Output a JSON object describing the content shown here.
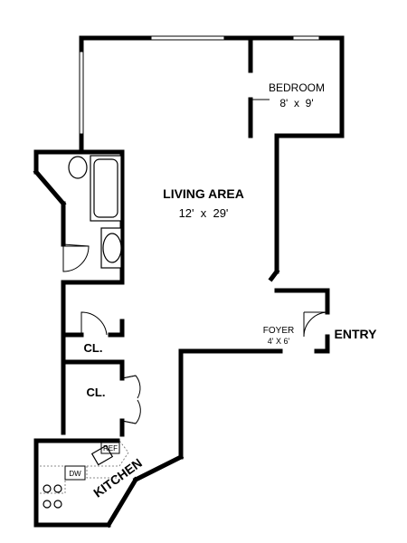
{
  "rooms": {
    "bedroom": {
      "name": "BEDROOM",
      "dims": "8'  x  9'"
    },
    "living": {
      "name": "LIVING AREA",
      "dims": "12'  x  29'"
    },
    "foyer": {
      "name": "FOYER",
      "dims": "4' X 6'"
    },
    "entry": {
      "name": "ENTRY"
    },
    "closet_small": {
      "name": "CL."
    },
    "closet_large": {
      "name": "CL."
    },
    "kitchen": {
      "name": "KITCHEN"
    }
  },
  "appliances": {
    "refrigerator": "REF",
    "dishwasher": "DW"
  }
}
